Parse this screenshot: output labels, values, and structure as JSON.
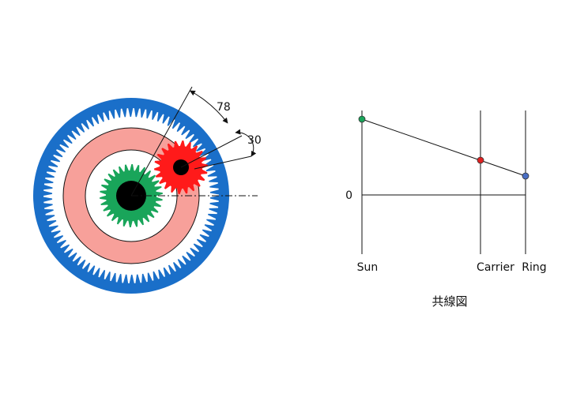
{
  "gear_diagram": {
    "dimension_outer": "78",
    "dimension_inner": "30",
    "colors": {
      "ring_gear": "#1a6fc9",
      "carrier": "#f7a09a",
      "sun_gear": "#19a55a",
      "planet_gear": "#ff1a1a",
      "shaft": "#000000",
      "line": "#111111"
    }
  },
  "nomograph": {
    "zero_label": "0",
    "axes": [
      {
        "label": "Sun",
        "color": "#19a55a"
      },
      {
        "label": "Carrier",
        "color": "#e02020"
      },
      {
        "label": "Ring",
        "color": "#4a6fc4"
      }
    ],
    "caption": "共線図"
  }
}
